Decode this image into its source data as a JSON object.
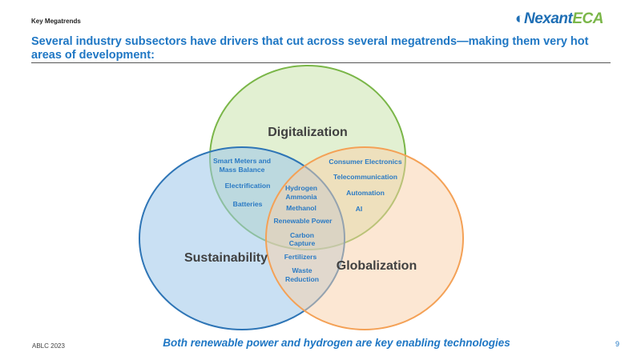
{
  "header": {
    "section": "Key Megatrends",
    "logo": {
      "part1": "Nexant",
      "part2": "ECA"
    },
    "title": "Several industry subsectors have drivers that cut across several megatrends—making them very hot areas of development:"
  },
  "diagram": {
    "sets": {
      "digitalization": "Digitalization",
      "sustainability": "Sustainability",
      "globalization": "Globalization"
    },
    "sust_digi": [
      "Smart Meters and",
      "Mass Balance",
      "Electrification",
      "Batteries"
    ],
    "digi_glob": [
      "Consumer Electronics",
      "Telecommunication",
      "Automation",
      "AI"
    ],
    "all_three": [
      "Hydrogen",
      "Ammonia",
      "Methanol",
      "Renewable Power",
      "Carbon",
      "Capture"
    ],
    "sust_glob": [
      "Fertilizers",
      "Waste",
      "Reduction"
    ],
    "colors": {
      "digitalization": "#7ab648",
      "sustainability": "#2e75b6",
      "globalization": "#f4a156"
    }
  },
  "footer": {
    "left": "ABLC 2023",
    "tagline": "Both renewable power and hydrogen are key enabling technologies",
    "page": "9"
  }
}
